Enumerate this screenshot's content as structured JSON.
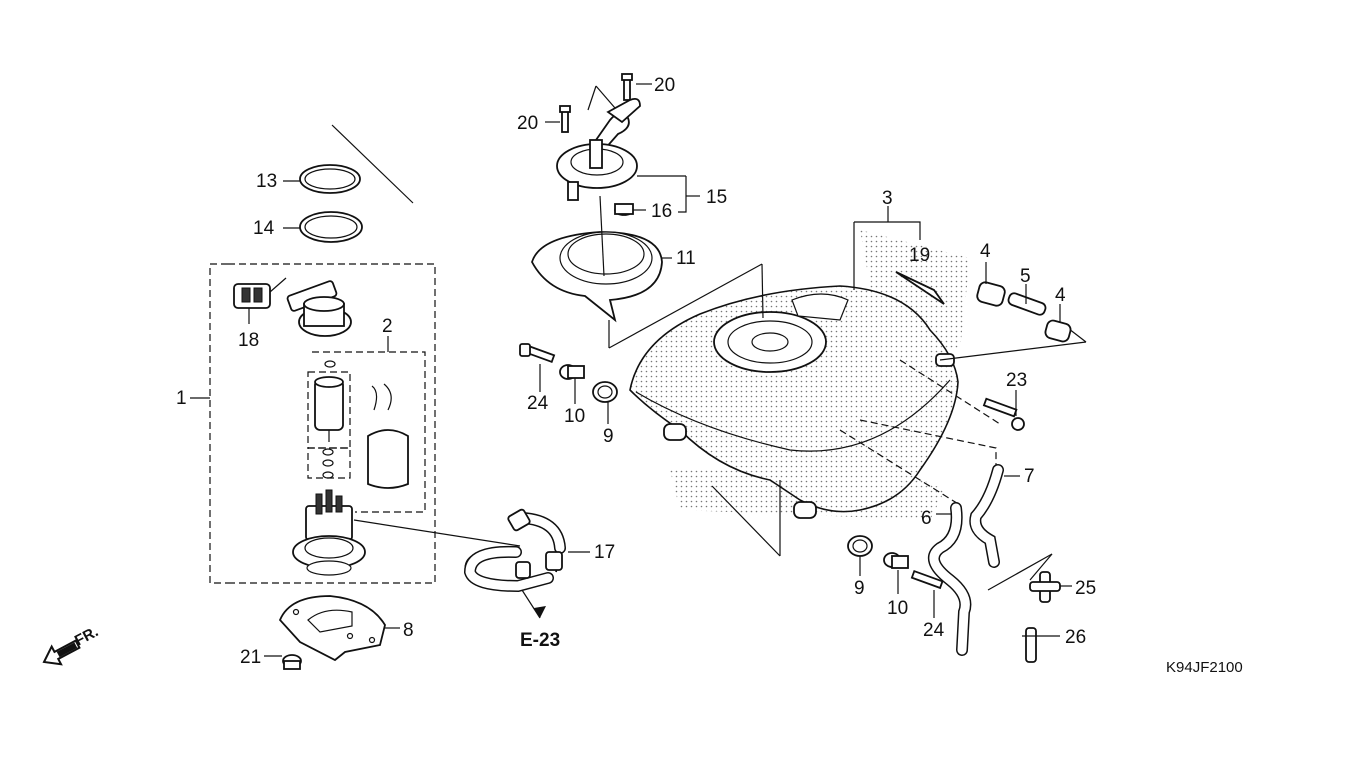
{
  "diagram_code": "K94JF2100",
  "reference": "E-23",
  "front_indicator": "FR.",
  "callouts": {
    "c1": "1",
    "c2": "2",
    "c3": "3",
    "c4a": "4",
    "c4b": "4",
    "c5": "5",
    "c6": "6",
    "c7": "7",
    "c8": "8",
    "c9a": "9",
    "c9b": "9",
    "c10a": "10",
    "c10b": "10",
    "c11": "11",
    "c13": "13",
    "c14": "14",
    "c15": "15",
    "c16": "16",
    "c17": "17",
    "c18": "18",
    "c19": "19",
    "c20a": "20",
    "c20b": "20",
    "c21": "21",
    "c23": "23",
    "c24a": "24",
    "c24b": "24",
    "c25": "25",
    "c26": "26"
  }
}
